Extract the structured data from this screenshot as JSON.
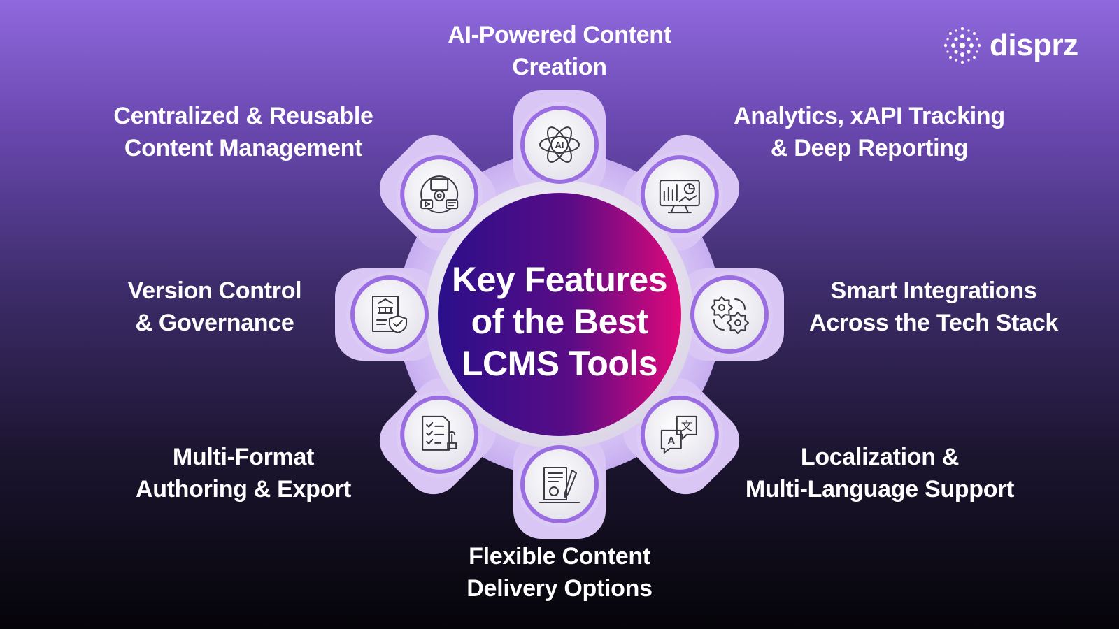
{
  "logo": {
    "text": "disprz",
    "icon": "dot-cluster-logo-icon"
  },
  "center_title": [
    "Key Features",
    "of the Best",
    "LCMS Tools"
  ],
  "features": [
    {
      "id": "ai",
      "icon": "ai-atom-icon",
      "lines": [
        "AI-Powered Content",
        "Creation"
      ]
    },
    {
      "id": "analytics",
      "icon": "analytics-dashboard-icon",
      "lines": [
        "Analytics, xAPI Tracking",
        "& Deep Reporting"
      ]
    },
    {
      "id": "integrations",
      "icon": "gears-integration-icon",
      "lines": [
        "Smart Integrations",
        "Across the Tech Stack"
      ]
    },
    {
      "id": "localization",
      "icon": "translation-bubbles-icon",
      "lines": [
        "Localization &",
        "Multi-Language Support"
      ]
    },
    {
      "id": "delivery",
      "icon": "document-pen-icon",
      "lines": [
        "Flexible Content",
        "Delivery Options"
      ]
    },
    {
      "id": "multiformat",
      "icon": "checklist-stamp-icon",
      "lines": [
        "Multi-Format",
        "Authoring & Export"
      ]
    },
    {
      "id": "version",
      "icon": "document-shield-icon",
      "lines": [
        "Version Control",
        "& Governance"
      ]
    },
    {
      "id": "centralized",
      "icon": "media-hub-icon",
      "lines": [
        "Centralized & Reusable",
        "Content Management"
      ]
    }
  ],
  "colors": {
    "gradient_start": "#2a0f8a",
    "gradient_end": "#e0087a",
    "gear_fill": "#d9c6f4",
    "node_ring": "#9a6ee2",
    "icon_stroke": "#3a3a44"
  }
}
